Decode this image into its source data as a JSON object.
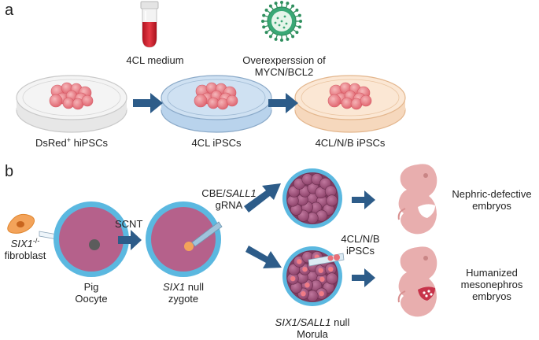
{
  "panel_a": {
    "letter": "a",
    "medium_label": "4CL medium",
    "overexpression_line1": "Overexperssion of",
    "overexpression_line2": "MYCN/BCL2",
    "dish1_label_main": "DsRed",
    "dish1_label_sup": "+",
    "dish1_label_rest": " hiPSCs",
    "dish2_label": "4CL iPSCs",
    "dish3_label": "4CL/N/B iPSCs"
  },
  "panel_b": {
    "letter": "b",
    "fibroblast_gene": "SIX1",
    "fibroblast_sup": "-/-",
    "fibroblast_label": "fibroblast",
    "scnt_label": "SCNT",
    "oocyte_line1": "Pig",
    "oocyte_line2": "Oocyte",
    "zygote_gene": "SIX1",
    "zygote_suffix": " null",
    "zygote_line2": "zygote",
    "cbe_prefix": "CBE/",
    "cbe_gene": "SALL1",
    "grna_label": "gRNA",
    "injected_cells_line1": "4CL/N/B",
    "injected_cells_line2": "iPSCs",
    "morula_gene": "SIX1/SALL1",
    "morula_suffix": " null",
    "morula_line2": "Morula",
    "outcome1_line1": "Nephric-defective",
    "outcome1_line2": "embryos",
    "outcome2_line1": "Humanized",
    "outcome2_line2": "mesonephros",
    "outcome2_line3": "embryos"
  },
  "colors": {
    "arrow": "#2d5c89",
    "zona": "#5bb8e0",
    "cytoplasm": "#b5618b",
    "cells": "#e8707a",
    "embryo": "#e8aeae",
    "humanized_spot": "#c7334a",
    "tube_medium": "#d21b2a",
    "virus": "#3aa876"
  },
  "icons": [
    "test-tube-icon",
    "virus-icon",
    "petri-dish-icon",
    "injection-pipette-icon",
    "embryo-icon",
    "fibroblast-icon"
  ]
}
